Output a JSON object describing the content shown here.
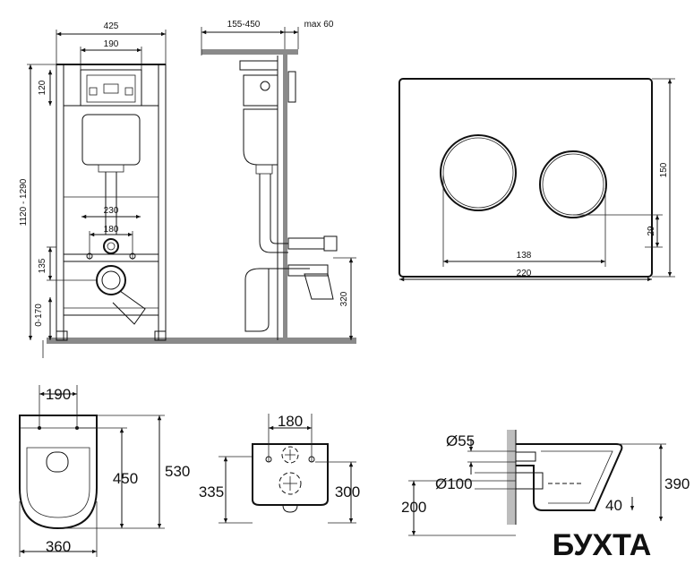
{
  "frame": {
    "width": "425",
    "panel_width": "190",
    "panel_height": "120",
    "height_range": "1120 - 1290",
    "anchor_spacing": "230",
    "inlet_spacing": "180",
    "outlet_height": "135",
    "foot_range": "0-170"
  },
  "side": {
    "depth_range": "155-450",
    "max_depth": "max 60",
    "outlet_height": "320"
  },
  "plate": {
    "height": "150",
    "button_offset": "29",
    "button_spacing": "138",
    "width": "220"
  },
  "bowl_top": {
    "mount_spacing": "190",
    "inner_length": "450",
    "length": "530",
    "width": "360"
  },
  "bowl_back": {
    "hole_spacing": "180",
    "height": "335",
    "mount_height": "300"
  },
  "bowl_side": {
    "inlet_dia": "Ø55",
    "outlet_dia": "Ø100",
    "outlet_height": "200",
    "gap": "40",
    "height": "390"
  },
  "logo": {
    "text": "БУХТА",
    "color": "#d3212d"
  }
}
